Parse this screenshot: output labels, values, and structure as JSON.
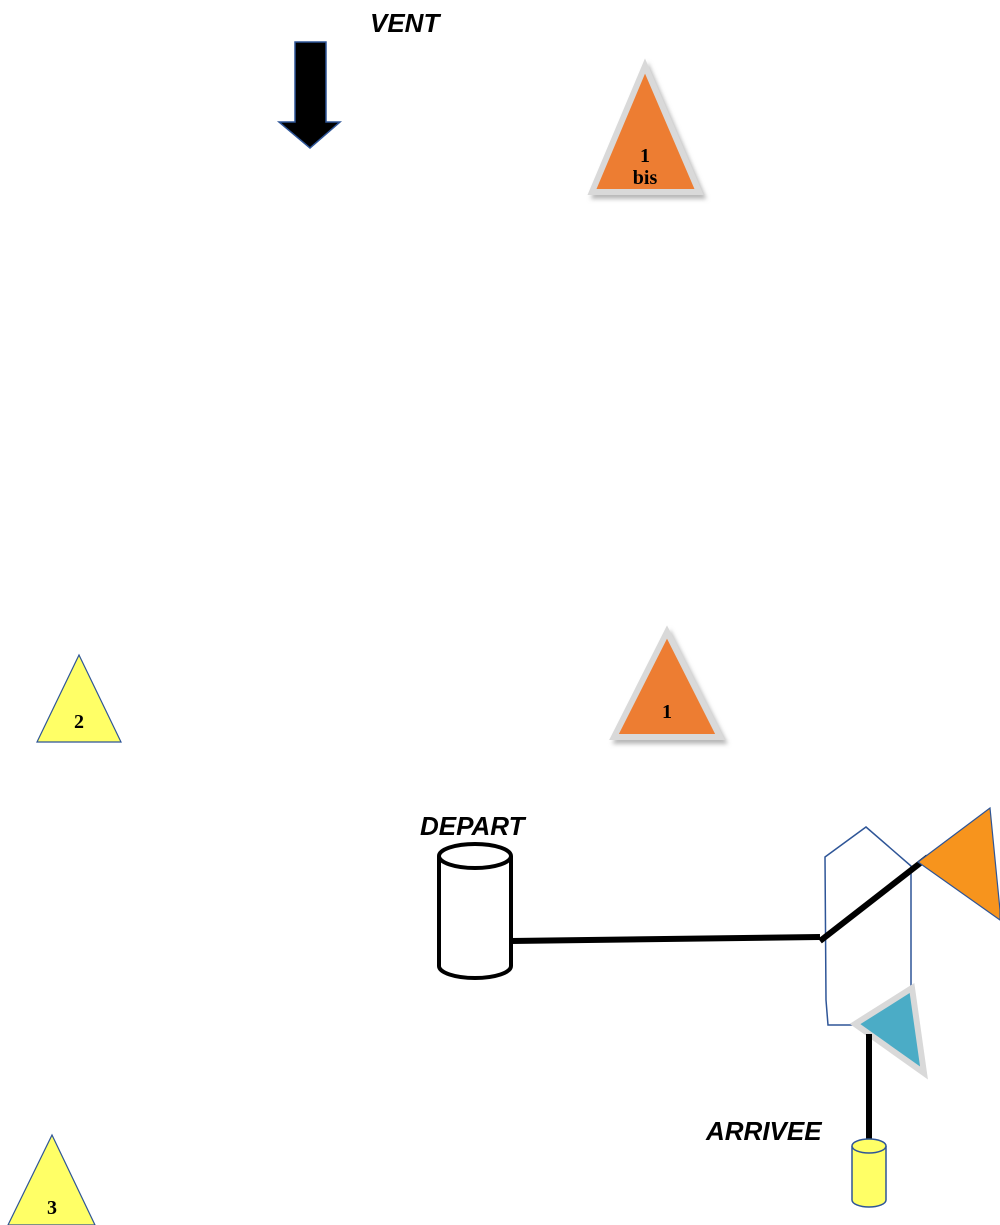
{
  "labels": {
    "wind": "VENT",
    "start": "DEPART",
    "finish": "ARRIVEE"
  },
  "marks": {
    "mark_1bis_line1": "1",
    "mark_1bis_line2": "bis",
    "mark_1": "1",
    "mark_2": "2",
    "mark_3": "3"
  },
  "colors": {
    "orange_mark": "#ED7D31",
    "yellow_mark": "#FFFF66",
    "committee_flag": "#F7941D",
    "pin_flag": "#4BACC6",
    "outline_blue": "#2E5597",
    "line": "#000000"
  }
}
